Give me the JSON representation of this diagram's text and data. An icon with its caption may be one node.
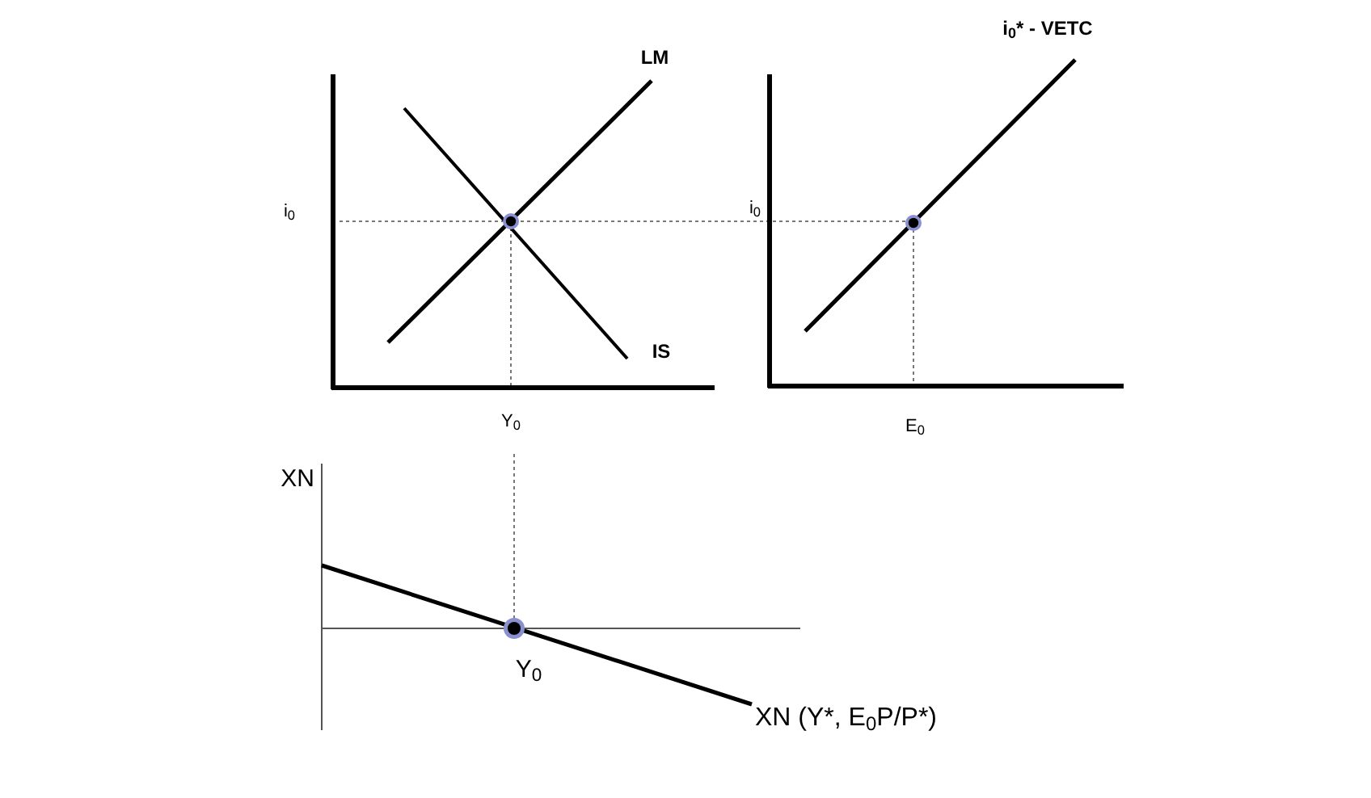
{
  "diagram": {
    "labels": [
      "i$_{0}$* - VETC",
      "LM",
      "i$_{0}$",
      "i$_{0}$",
      "IS",
      "Y$_{0}$",
      "E$_{0}$",
      "XN",
      "Y$_{0}$",
      "XN (Y*, E$_{0}$P/P*)"
    ]
  }
}
